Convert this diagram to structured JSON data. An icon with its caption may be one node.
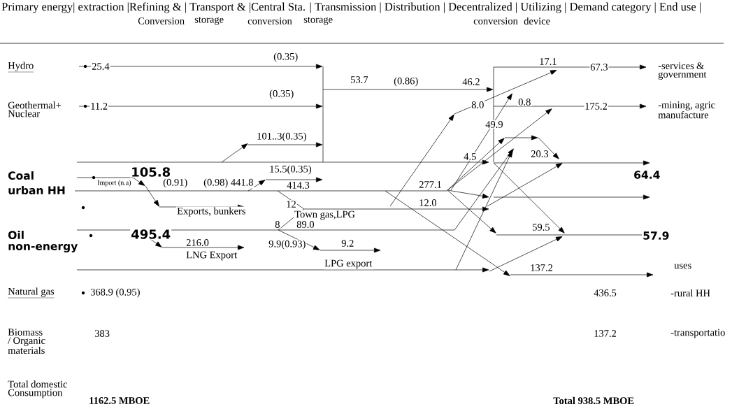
{
  "diagram": {
    "labels": [
      "Primary energy| extraction |Refining & | Transport & |Central Sta. | Transmission | Distribution | Decentralized | Utilizing | Demand category | End use |",
      "Conversion",
      "storage",
      "conversion",
      "storage",
      "conversion",
      "device",
      "Hydro",
      "25.4",
      "(0.35)",
      "53.7",
      "(0.86)",
      "46.2",
      "17.1",
      "67.3",
      "-services & government",
      "Geothermal+ Nuclear",
      "11.2",
      "(0.35)",
      "8.0",
      "0.8",
      "175.2",
      "-mining, agric manufacture",
      "49.9",
      "101..3(0.35)",
      "20.3",
      "4.5",
      "Coal",
      "105.8",
      "15.5(0.35)",
      "64.4",
      "Import (n.a)",
      "(0.91)",
      "(0.98) 441.8",
      "414.3",
      "277.1",
      "urban HH",
      "12",
      "12.0",
      "Exports, bunkers",
      "Town gas,LPG",
      "8",
      "89.0",
      "59.5",
      "Oil",
      "495.4",
      "57.9",
      "216.0",
      "9.9(0.93)",
      "9.2",
      "non-energy",
      "LNG Export",
      "LPG export",
      "137.2",
      "uses",
      "Natural gas",
      "368.9 (0.95)",
      "436.5",
      "-rural HH",
      "Biomass / Organic materials",
      "383",
      "137.2",
      "-transportatio",
      "Total domestic Consumption",
      "1162.5 MBOE",
      "Total 938.5 MBOE"
    ]
  }
}
